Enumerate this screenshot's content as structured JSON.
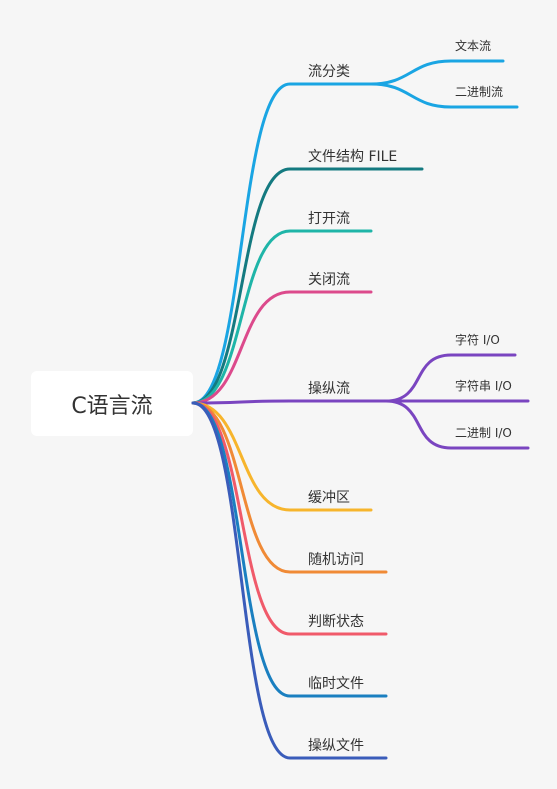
{
  "root": {
    "label": "C语言流"
  },
  "branches": [
    {
      "id": "classify",
      "label": "流分类",
      "color": "#1aa5e3",
      "children": [
        {
          "label": "文本流"
        },
        {
          "label": "二进制流"
        }
      ]
    },
    {
      "id": "file-struct",
      "label": "文件结构 FILE",
      "color": "#147a80",
      "children": []
    },
    {
      "id": "open",
      "label": "打开流",
      "color": "#1fb5a8",
      "children": []
    },
    {
      "id": "close",
      "label": "关闭流",
      "color": "#dc4a8c",
      "children": []
    },
    {
      "id": "operate",
      "label": "操纵流",
      "color": "#7a45c0",
      "children": [
        {
          "label": "字符 I/O"
        },
        {
          "label": "字符串 I/O"
        },
        {
          "label": "二进制 I/O"
        }
      ]
    },
    {
      "id": "buffer",
      "label": "缓冲区",
      "color": "#f7b52c",
      "children": []
    },
    {
      "id": "random",
      "label": "随机访问",
      "color": "#f08a36",
      "children": []
    },
    {
      "id": "state",
      "label": "判断状态",
      "color": "#f05a6a",
      "children": []
    },
    {
      "id": "tempfile",
      "label": "临时文件",
      "color": "#1a7fc0",
      "children": []
    },
    {
      "id": "opfile",
      "label": "操纵文件",
      "color": "#3a5cba",
      "children": []
    }
  ]
}
